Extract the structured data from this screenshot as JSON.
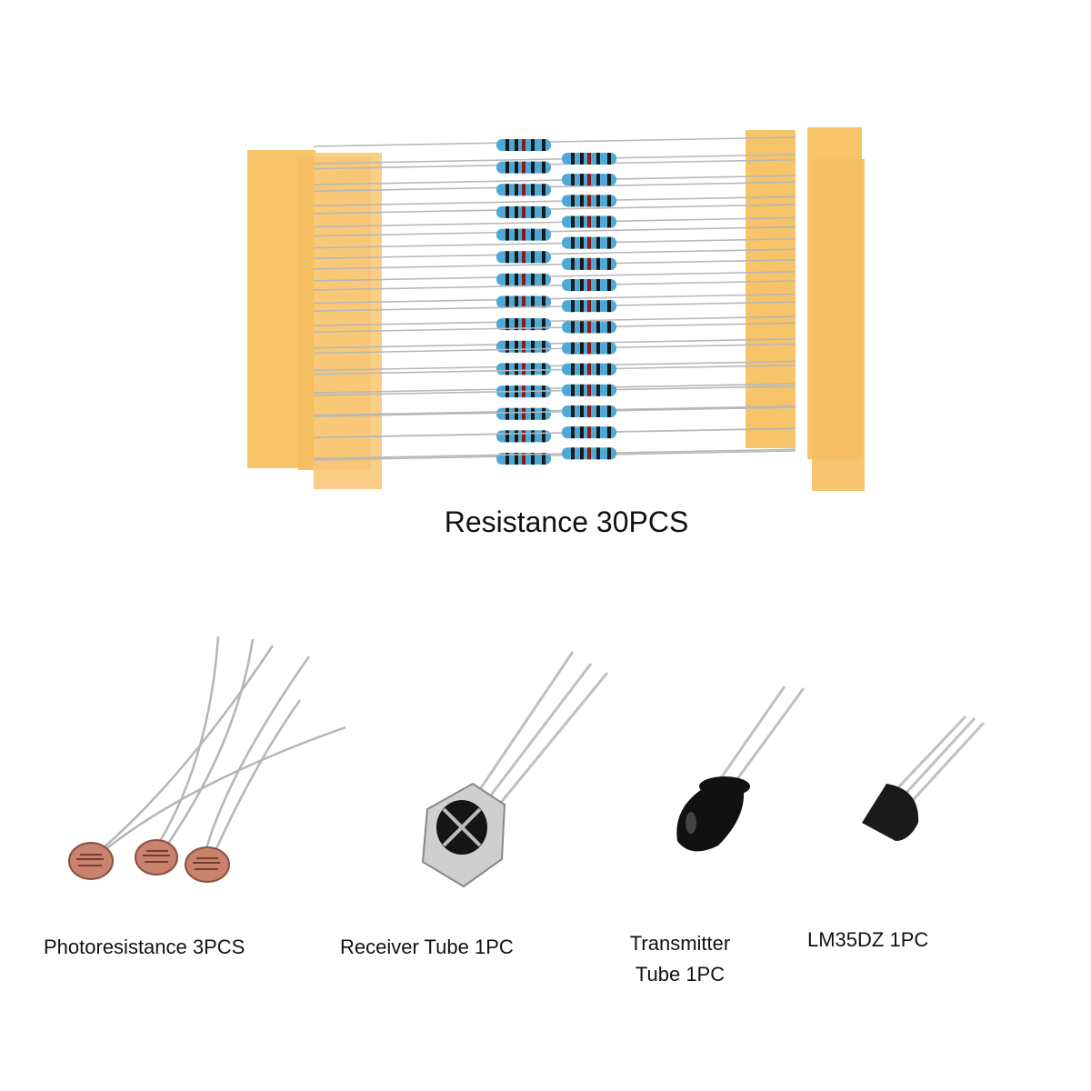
{
  "labels": {
    "resistance": "Resistance 30PCS",
    "photoresistance": "Photoresistance 3PCS",
    "receiver": "Receiver Tube 1PC",
    "transmitter_line1": "Transmitter",
    "transmitter_line2": "Tube 1PC",
    "lm35": "LM35DZ 1PC"
  },
  "colors": {
    "tape": "#f7c46a",
    "resistor_body": "#4fa9d6",
    "lead": "#b8b8b8",
    "led": "#111111"
  },
  "resistor_count": 30
}
